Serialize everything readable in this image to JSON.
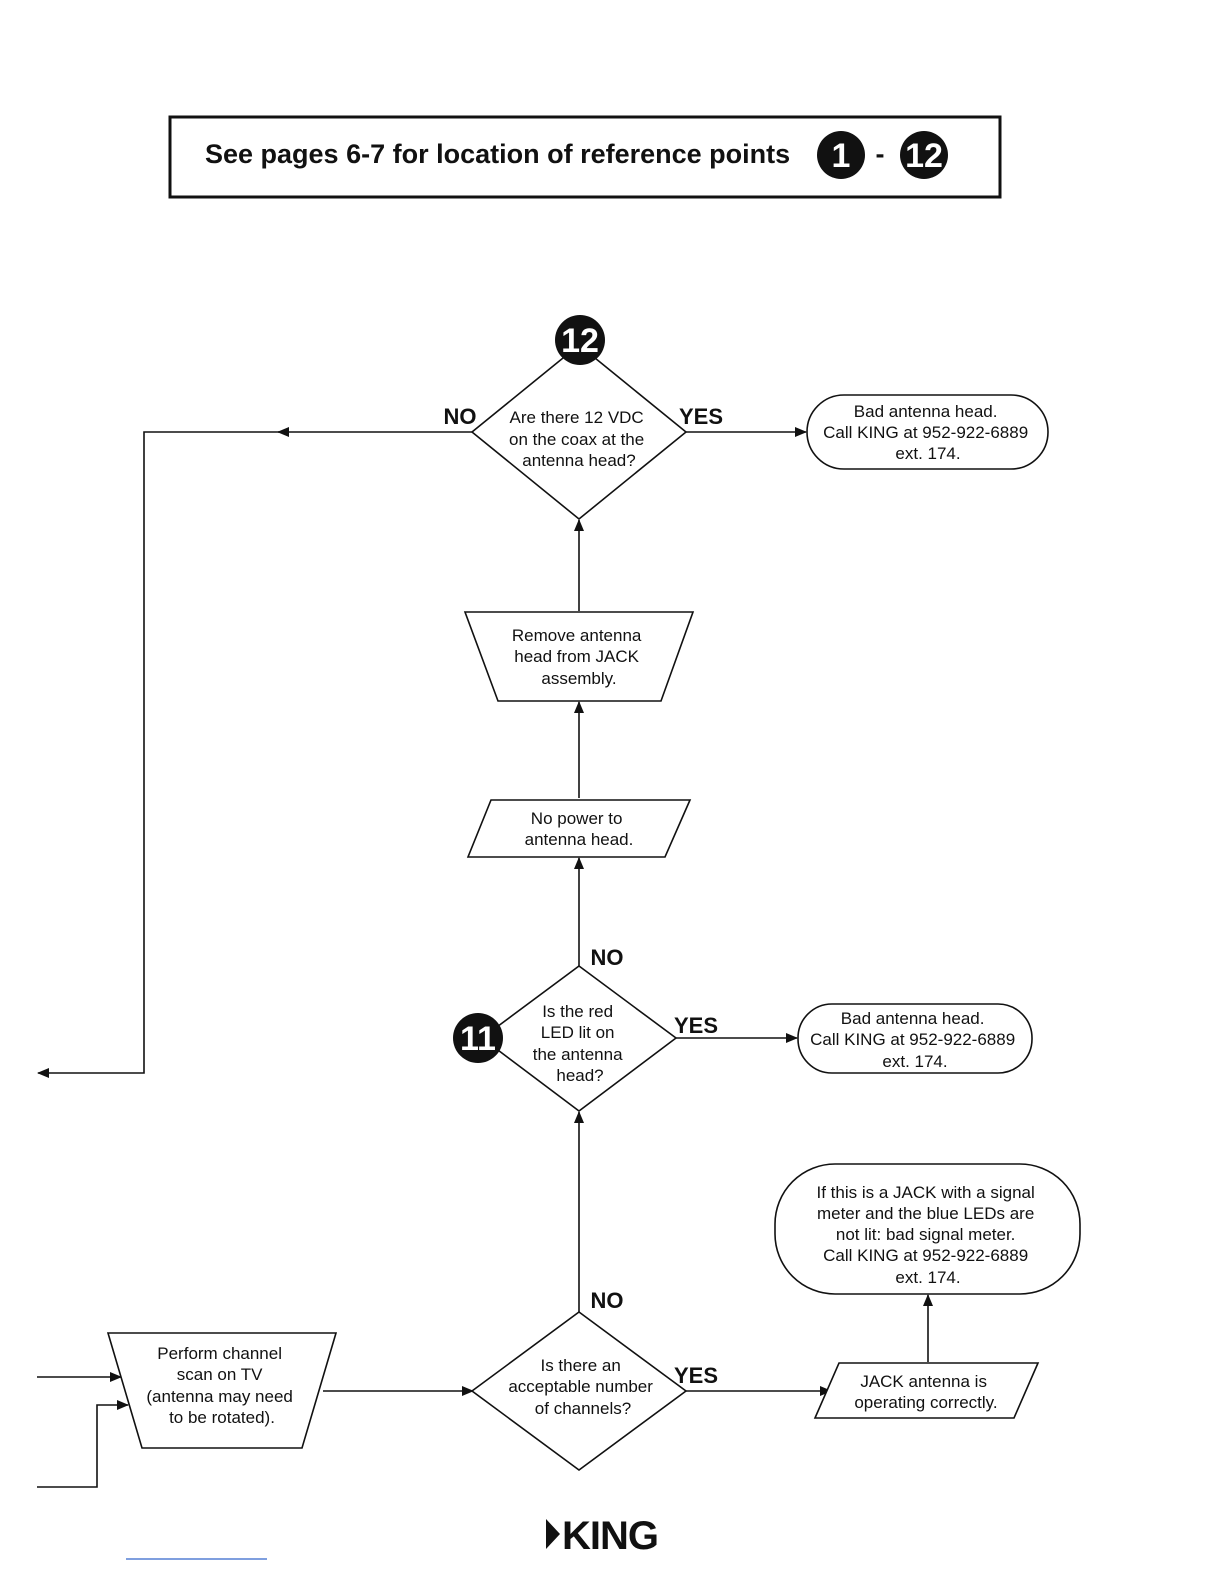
{
  "header": {
    "text": "See pages 6-7 for location of reference points",
    "ref_start": "1",
    "dash": "-",
    "ref_end": "12"
  },
  "nodes": {
    "d12": {
      "badge": "12",
      "lines": [
        "Are there 12 VDC",
        "on the coax at the",
        "antenna head?"
      ]
    },
    "t_bad1": {
      "lines": [
        "Bad antenna head.",
        "Call KING at 952-922-6889",
        "ext. 174."
      ]
    },
    "remove": {
      "lines": [
        "Remove antenna",
        "head from JACK",
        "assembly."
      ]
    },
    "nopower": {
      "lines": [
        "No power to",
        "antenna head."
      ]
    },
    "d11": {
      "badge": "11",
      "lines": [
        "Is the red",
        "LED lit on",
        "the antenna",
        "head?"
      ]
    },
    "t_bad2": {
      "lines": [
        "Bad antenna head.",
        "Call KING at 952-922-6889",
        "ext. 174."
      ]
    },
    "t_meter": {
      "lines": [
        "If this is a JACK with a signal",
        "meter and the blue LEDs are",
        "not lit: bad signal meter.",
        "Call KING at 952-922-6889",
        "ext. 174."
      ]
    },
    "scan": {
      "lines": [
        "Perform channel",
        "scan on TV",
        "(antenna may need",
        "to be rotated)."
      ]
    },
    "dch": {
      "lines": [
        "Is there an",
        "acceptable number",
        "of channels?"
      ]
    },
    "ok": {
      "lines": [
        "JACK antenna is",
        "operating correctly."
      ]
    }
  },
  "labels": {
    "d12_no": "NO",
    "d12_yes": "YES",
    "d11_no": "NO",
    "d11_yes": "YES",
    "dch_no": "NO",
    "dch_yes": "YES"
  },
  "footer": {
    "logo": "KING"
  }
}
